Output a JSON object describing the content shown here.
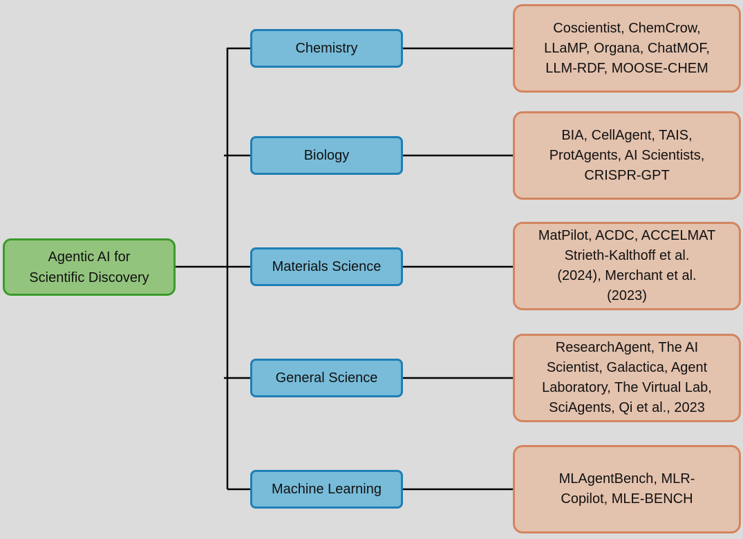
{
  "root": {
    "label_line1": "Agentic AI for",
    "label_line2": "Scientific Discovery"
  },
  "colors": {
    "background": "#dcdcdc",
    "root_fill": "#93c47d",
    "root_border": "#3b9a2c",
    "category_fill": "#78bcd9",
    "category_border": "#1f7fb6",
    "examples_fill": "#e3c2ae",
    "examples_border": "#d4845f",
    "connector": "#000000"
  },
  "categories": [
    {
      "label": "Chemistry",
      "examples": [
        "Coscientist, ChemCrow,",
        "LLaMP, Organa, ChatMOF,",
        "LLM-RDF, MOOSE-CHEM"
      ]
    },
    {
      "label": "Biology",
      "examples": [
        "BIA, CellAgent, TAIS,",
        "ProtAgents, AI Scientists,",
        "CRISPR-GPT"
      ]
    },
    {
      "label": "Materials Science",
      "examples": [
        "MatPilot, ACDC, ACCELMAT",
        "Strieth-Kalthoff et al.",
        "(2024), Merchant et al.",
        "(2023)"
      ]
    },
    {
      "label": "General Science",
      "examples": [
        "ResearchAgent, The AI",
        "Scientist, Galactica, Agent",
        "Laboratory, The Virtual Lab,",
        "SciAgents, Qi et al., 2023"
      ]
    },
    {
      "label": "Machine Learning",
      "examples": [
        "MLAgentBench, MLR-",
        "Copilot, MLE-BENCH"
      ]
    }
  ]
}
